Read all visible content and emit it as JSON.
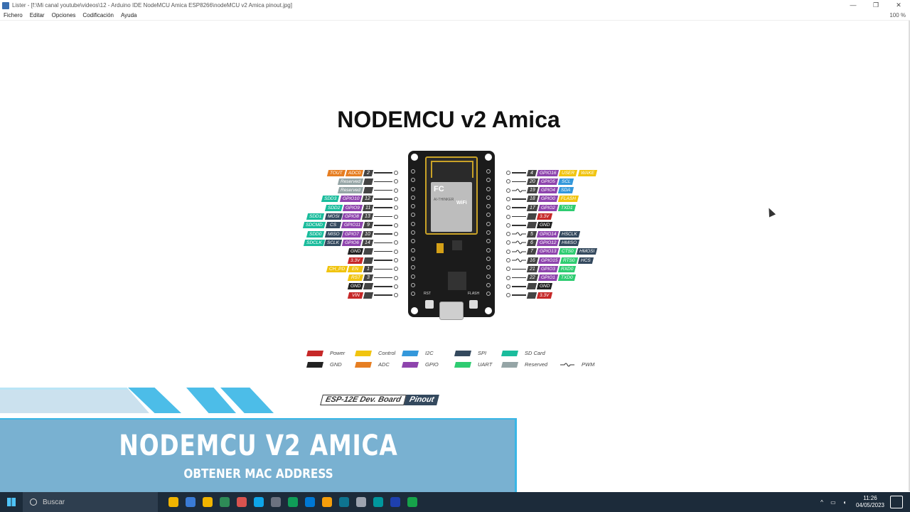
{
  "window": {
    "title": "Lister - [f:\\Mi canal youtube\\videos\\12 - Arduino IDE NodeMCU Amica ESP8266\\nodeMCU v2 Amica pinout.jpg]",
    "minimize": "—",
    "restore": "❐",
    "close": "✕"
  },
  "menu": {
    "items": [
      "Fichero",
      "Editar",
      "Opciones",
      "Codificación",
      "Ayuda"
    ],
    "zoom": "100 %"
  },
  "image": {
    "title": "NODEMCU v2 Amica",
    "board_label_rst": "RST",
    "board_label_flash": "FLASH",
    "board_fc": "FC",
    "board_wifi": "WiFi",
    "board_brand": "AI-THINKER",
    "left_pins": [
      {
        "tags": [
          [
            "TOUT",
            "c-adc"
          ],
          [
            "ADC0",
            "c-adc"
          ]
        ],
        "num": "2"
      },
      {
        "tags": [
          [
            "Reserved",
            "c-res"
          ]
        ],
        "num": ""
      },
      {
        "tags": [
          [
            "Reserved",
            "c-res"
          ]
        ],
        "num": ""
      },
      {
        "tags": [
          [
            "SDD3",
            "c-sd"
          ],
          [
            "GPIO10",
            "c-gpio"
          ]
        ],
        "num": "12"
      },
      {
        "tags": [
          [
            "SDD2",
            "c-sd"
          ],
          [
            "GPIO9",
            "c-gpio"
          ]
        ],
        "num": "11"
      },
      {
        "tags": [
          [
            "SDD1",
            "c-sd"
          ],
          [
            "MOSI",
            "c-spi"
          ],
          [
            "GPIO8",
            "c-gpio"
          ]
        ],
        "num": "13"
      },
      {
        "tags": [
          [
            "SDCMD",
            "c-sd"
          ],
          [
            "CS",
            "c-spi"
          ],
          [
            "GPIO11",
            "c-gpio"
          ]
        ],
        "num": "9"
      },
      {
        "tags": [
          [
            "SDD0",
            "c-sd"
          ],
          [
            "MISO",
            "c-spi"
          ],
          [
            "GPIO7",
            "c-gpio"
          ]
        ],
        "num": "10"
      },
      {
        "tags": [
          [
            "SDCLK",
            "c-sd"
          ],
          [
            "SCLK",
            "c-spi"
          ],
          [
            "GPIO6",
            "c-gpio"
          ]
        ],
        "num": "14"
      },
      {
        "tags": [
          [
            "GND",
            "c-gnd"
          ]
        ],
        "num": ""
      },
      {
        "tags": [
          [
            "3.3V",
            "c-power"
          ]
        ],
        "num": ""
      },
      {
        "tags": [
          [
            "CH_PD",
            "c-control"
          ],
          [
            "EN",
            "c-control"
          ]
        ],
        "num": "1"
      },
      {
        "tags": [
          [
            "RST",
            "c-control"
          ]
        ],
        "num": "3"
      },
      {
        "tags": [
          [
            "GND",
            "c-gnd"
          ]
        ],
        "num": ""
      },
      {
        "tags": [
          [
            "VIN",
            "c-power"
          ]
        ],
        "num": ""
      }
    ],
    "right_pins": [
      {
        "num": "4",
        "pwm": false,
        "tags": [
          [
            "GPIO16",
            "c-gpio"
          ],
          [
            "USER",
            "c-control"
          ],
          [
            "WAKE",
            "c-control"
          ]
        ]
      },
      {
        "num": "20",
        "pwm": false,
        "tags": [
          [
            "GPIO5",
            "c-gpio"
          ],
          [
            "SCL",
            "c-i2c"
          ]
        ]
      },
      {
        "num": "19",
        "pwm": true,
        "tags": [
          [
            "GPIO4",
            "c-gpio"
          ],
          [
            "SDA",
            "c-i2c"
          ]
        ]
      },
      {
        "num": "18",
        "pwm": false,
        "tags": [
          [
            "GPIO0",
            "c-gpio"
          ],
          [
            "FLASH",
            "c-control"
          ]
        ]
      },
      {
        "num": "17",
        "pwm": false,
        "tags": [
          [
            "GPIO2",
            "c-gpio"
          ],
          [
            "TXD1",
            "c-uart"
          ]
        ]
      },
      {
        "num": "",
        "pwm": false,
        "tags": [
          [
            "3.3V",
            "c-power"
          ]
        ]
      },
      {
        "num": "",
        "pwm": false,
        "tags": [
          [
            "GND",
            "c-gnd"
          ]
        ]
      },
      {
        "num": "5",
        "pwm": true,
        "tags": [
          [
            "GPIO14",
            "c-gpio"
          ],
          [
            "HSCLK",
            "c-spi"
          ]
        ]
      },
      {
        "num": "6",
        "pwm": true,
        "tags": [
          [
            "GPIO12",
            "c-gpio"
          ],
          [
            "HMISO",
            "c-spi"
          ]
        ]
      },
      {
        "num": "7",
        "pwm": true,
        "tags": [
          [
            "GPIO13",
            "c-gpio"
          ],
          [
            "CTS0",
            "c-uart"
          ],
          [
            "HMOSI",
            "c-spi"
          ]
        ]
      },
      {
        "num": "16",
        "pwm": true,
        "tags": [
          [
            "GPIO15",
            "c-gpio"
          ],
          [
            "RTS0",
            "c-uart"
          ],
          [
            "HCS",
            "c-spi"
          ]
        ]
      },
      {
        "num": "21",
        "pwm": false,
        "tags": [
          [
            "GPIO3",
            "c-gpio"
          ],
          [
            "RXD0",
            "c-uart"
          ]
        ]
      },
      {
        "num": "22",
        "pwm": false,
        "tags": [
          [
            "GPIO1",
            "c-gpio"
          ],
          [
            "TXD0",
            "c-uart"
          ]
        ]
      },
      {
        "num": "",
        "pwm": false,
        "tags": [
          [
            "GND",
            "c-gnd"
          ]
        ]
      },
      {
        "num": "",
        "pwm": false,
        "tags": [
          [
            "3.3V",
            "c-power"
          ]
        ]
      }
    ],
    "legend": [
      {
        "label": "Power",
        "color": "#c62828"
      },
      {
        "label": "GND",
        "color": "#222222"
      },
      {
        "label": "Control",
        "color": "#f1c40f"
      },
      {
        "label": "ADC",
        "color": "#e67e22"
      },
      {
        "label": "I2C",
        "color": "#3498db"
      },
      {
        "label": "GPIO",
        "color": "#8e44ad"
      },
      {
        "label": "SPI",
        "color": "#34495e"
      },
      {
        "label": "UART",
        "color": "#2ecc71"
      },
      {
        "label": "SD Card",
        "color": "#1abc9c"
      },
      {
        "label": "Reserved",
        "color": "#95a5a6"
      },
      {
        "label": "PWM",
        "color": ""
      }
    ],
    "badge_left": "ESP-12E Dev. Board",
    "badge_right": "Pinout"
  },
  "overlay": {
    "title": "NODEMCU V2 AMICA",
    "subtitle": "OBTENER MAC ADDRESS"
  },
  "taskbar": {
    "search_placeholder": "Buscar",
    "apps": [
      "#f0b400",
      "#3a7bd5",
      "#f0b400",
      "#2e8b57",
      "#d9534f",
      "#0ea5e9",
      "#6b7280",
      "#0f9d58",
      "#0078d4",
      "#f59e0b",
      "#0e7490",
      "#9ca3af",
      "#00979d",
      "#1e40af",
      "#16a34a"
    ],
    "time": "11:26",
    "date": "04/05/2023"
  }
}
